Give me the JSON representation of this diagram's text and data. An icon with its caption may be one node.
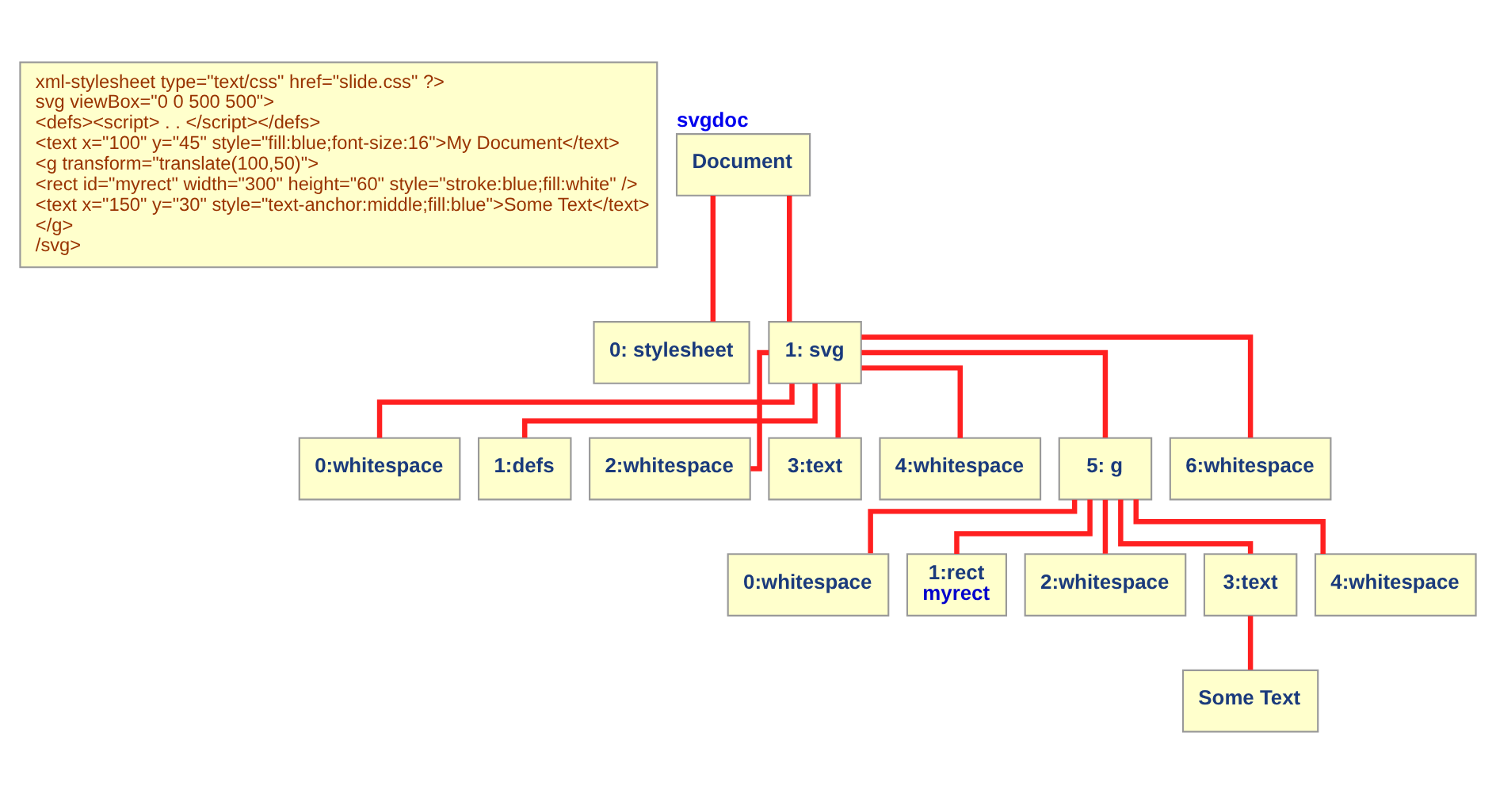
{
  "diagram": {
    "nodes": [
      {
        "text": [
          "xml-stylesheet type=\"text/css\" href=\"slide.css\" ?>",
          "svg viewBox=\"0 0 500 500\">",
          "<defs><script> . . </script></defs>",
          "<text x=\"100\" y=\"45\" style=\"fill:blue;font-size:16\">My Document</text>",
          "<g transform=\"translate(100,50)\">",
          "<rect id=\"myrect\" width=\"300\" height=\"60\" style=\"stroke:blue;fill:white\" />",
          "<text x=\"150\" y=\"30\" style=\"text-anchor:middle;fill:blue\">Some Text</text>",
          "</g>",
          "/svg>"
        ]
      },
      {
        "text": [
          "Document"
        ],
        "beside": [
          "svgdoc"
        ]
      },
      {
        "text": [
          "0: stylesheet"
        ]
      },
      {
        "text": [
          "1: svg"
        ]
      },
      {
        "text": [
          "0:whitespace"
        ]
      },
      {
        "text": [
          "1:defs"
        ]
      },
      {
        "text": [
          "2:whitespace"
        ]
      },
      {
        "text": [
          "3:text"
        ]
      },
      {
        "text": [
          "4:whitespace"
        ]
      },
      {
        "text": [
          "5: g"
        ]
      },
      {
        "text": [
          "6:whitespace"
        ]
      },
      {
        "text": [
          "0:whitespace"
        ]
      },
      {
        "text": [
          "1:rect",
          "myrect"
        ]
      },
      {
        "text": [
          "2:whitespace"
        ]
      },
      {
        "text": [
          "3:text"
        ]
      },
      {
        "text": [
          "4:whitespace"
        ]
      },
      {
        "text": [
          "Some Text"
        ]
      }
    ],
    "edges": [
      {
        "from": 1,
        "to": 2,
        "arrow": "none"
      },
      {
        "from": 1,
        "to": 3,
        "arrow": "none"
      },
      {
        "from": 3,
        "to": 4,
        "arrow": "none"
      },
      {
        "from": 3,
        "to": 5,
        "arrow": "none"
      },
      {
        "from": 3,
        "to": 6,
        "arrow": "none"
      },
      {
        "from": 3,
        "to": 7,
        "arrow": "none"
      },
      {
        "from": 3,
        "to": 8,
        "arrow": "none"
      },
      {
        "from": 3,
        "to": 9,
        "arrow": "none"
      },
      {
        "from": 3,
        "to": 10,
        "arrow": "none"
      },
      {
        "from": 9,
        "to": 11,
        "arrow": "none"
      },
      {
        "from": 9,
        "to": 12,
        "arrow": "none"
      },
      {
        "from": 9,
        "to": 13,
        "arrow": "none"
      },
      {
        "from": 9,
        "to": 14,
        "arrow": "none"
      },
      {
        "from": 9,
        "to": 15,
        "arrow": "none"
      },
      {
        "from": 14,
        "to": 16,
        "arrow": "none"
      }
    ]
  }
}
